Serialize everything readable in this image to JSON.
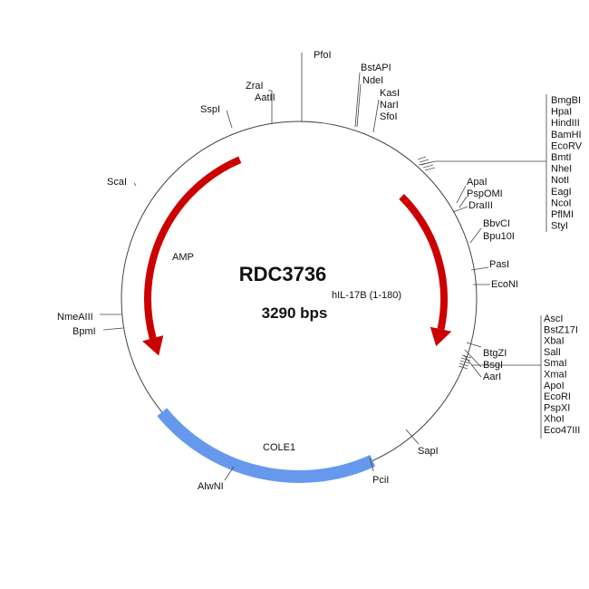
{
  "plasmid": {
    "name": "RDC3736",
    "size": "3290 bps"
  },
  "features": {
    "amp": {
      "label": "AMP",
      "color": "#cc0000"
    },
    "insert": {
      "label": "hIL-17B (1-180)",
      "color": "#cc0000"
    },
    "ori": {
      "label": "COLE1",
      "color": "#6699ee"
    }
  },
  "sites": {
    "pfoi": "PfoI",
    "zrai": "ZraI",
    "aatii": "AatII",
    "sspi": "SspI",
    "bstapi": "BstAPI",
    "ndei": "NdeI",
    "kasi": "KasI",
    "nari": "NarI",
    "sfoi": "SfoI",
    "apai": "ApaI",
    "pspomi": "PspOMI",
    "draiii": "DraIII",
    "bbvci": "BbvCI",
    "bpu10i": "Bpu10I",
    "pasi": "PasI",
    "econi": "EcoNI",
    "btgzi": "BtgZI",
    "bsgi": "BsgI",
    "aari": "AarI",
    "sapi": "SapI",
    "pcii": "PciI",
    "alwni": "AlwNI",
    "nmeaiii": "NmeAIII",
    "bpmi": "BpmI",
    "scai": "ScaI"
  },
  "mcs1": [
    "BmgBI",
    "HpaI",
    "HindIII",
    "BamHI",
    "EcoRV",
    "BmtI",
    "NheI",
    "NotI",
    "EagI",
    "NcoI",
    "PflMI",
    "StyI"
  ],
  "mcs2": [
    "AscI",
    "BstZ17I",
    "XbaI",
    "SalI",
    "SmaI",
    "XmaI",
    "ApoI",
    "EcoRI",
    "PspXI",
    "XhoI",
    "Eco47III"
  ]
}
